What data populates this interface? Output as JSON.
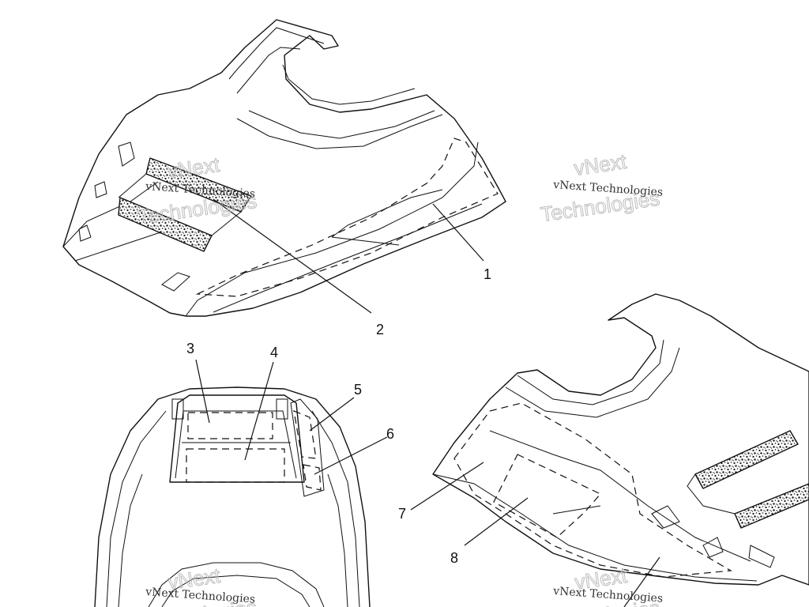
{
  "callouts": [
    {
      "id": "1",
      "label": "1"
    },
    {
      "id": "2",
      "label": "2"
    },
    {
      "id": "3",
      "label": "3"
    },
    {
      "id": "4",
      "label": "4"
    },
    {
      "id": "5",
      "label": "5"
    },
    {
      "id": "6",
      "label": "6"
    },
    {
      "id": "7",
      "label": "7"
    },
    {
      "id": "8",
      "label": "8"
    }
  ],
  "watermark": {
    "company": "vNext Technologies",
    "line1": "vNext",
    "line2": "Technologies"
  },
  "colors": {
    "ink": "#111111",
    "watermark": "#bdbdbd",
    "background": "#ffffff"
  }
}
